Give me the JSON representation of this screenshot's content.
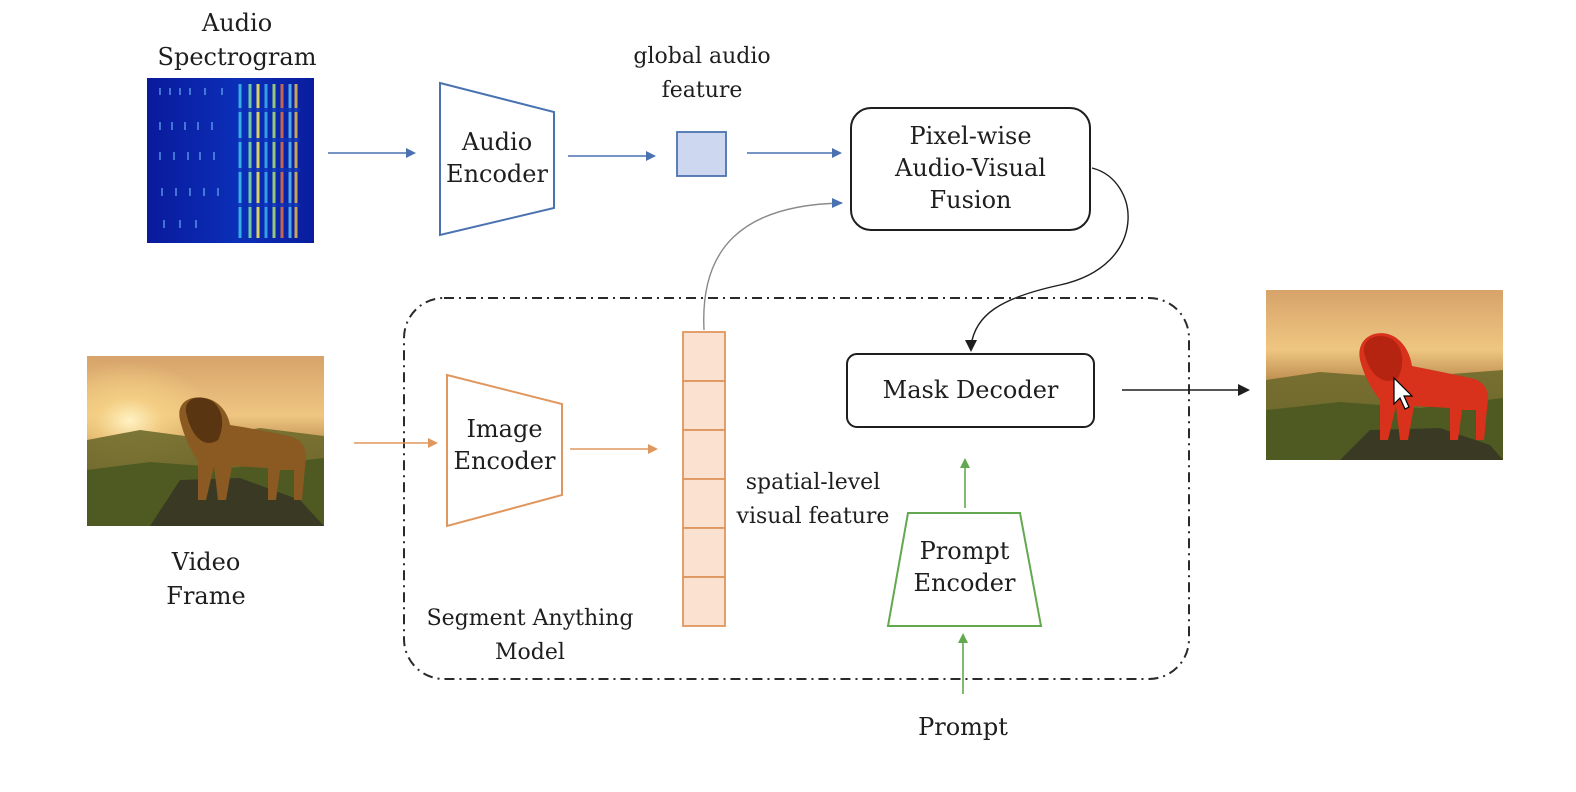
{
  "labels": {
    "audio_spectrogram": "Audio Spectrogram",
    "audio_spectrogram_l1": "Audio",
    "audio_spectrogram_l2": "Spectrogram",
    "audio_encoder_l1": "Audio",
    "audio_encoder_l2": "Encoder",
    "global_audio_feature_l1": "global audio",
    "global_audio_feature_l2": "feature",
    "fusion_l1": "Pixel-wise",
    "fusion_l2": "Audio-Visual",
    "fusion_l3": "Fusion",
    "video_frame_l1": "Video",
    "video_frame_l2": "Frame",
    "image_encoder_l1": "Image",
    "image_encoder_l2": "Encoder",
    "spatial_feature_l1": "spatial-level",
    "spatial_feature_l2": "visual feature",
    "mask_decoder": "Mask Decoder",
    "prompt_encoder_l1": "Prompt",
    "prompt_encoder_l2": "Encoder",
    "prompt": "Prompt",
    "sam_l1": "Segment Anything",
    "sam_l2": "Model"
  },
  "colors": {
    "audio_path": "#4a72b0",
    "visual_path": "#e0975e",
    "prompt_path": "#62a84e",
    "neutral_path": "#1e1e1e",
    "feature_cell_fill": "#fbe1d0",
    "feature_cell_stroke": "#e0975e",
    "global_feature_fill": "#cdd8f0",
    "global_feature_stroke": "#4a72b0",
    "gray_curve": "#8a8a8a"
  },
  "icons": {
    "cursor": "mouse-pointer-icon"
  }
}
